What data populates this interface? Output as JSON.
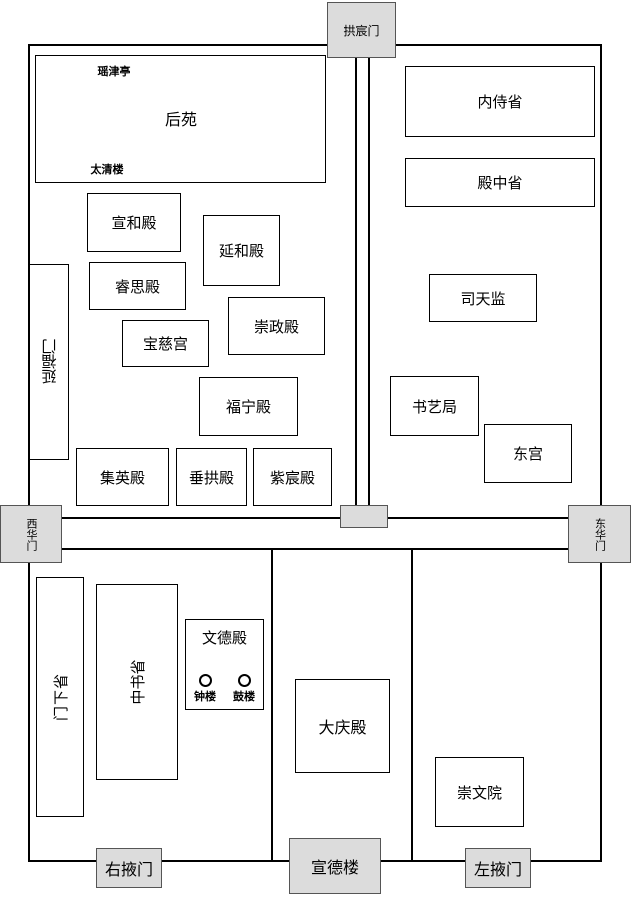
{
  "gates": {
    "north": "拱宸门",
    "west": "西华门",
    "east": "东华门",
    "south_left": "右掖门",
    "south_center": "宣德楼",
    "south_right": "左掖门",
    "west_inner": "延福门"
  },
  "north_west": {
    "garden": "后苑",
    "garden_pavilion": "瑶津亭",
    "garden_tower": "太清楼",
    "halls": [
      "宣和殿",
      "延和殿",
      "睿思殿",
      "崇政殿",
      "宝慈宫",
      "福宁殿",
      "集英殿",
      "垂拱殿",
      "紫宸殿"
    ]
  },
  "north_east": {
    "offices": [
      "内侍省",
      "殿中省",
      "司天监",
      "书艺局",
      "东宫"
    ]
  },
  "south": {
    "left_narrow": "门下省",
    "secretariat": "中书省",
    "wende_hall": "文德殿",
    "bell_tower": "钟楼",
    "drum_tower": "鼓楼",
    "daqing_hall": "大庆殿",
    "chongwen": "崇文院"
  }
}
